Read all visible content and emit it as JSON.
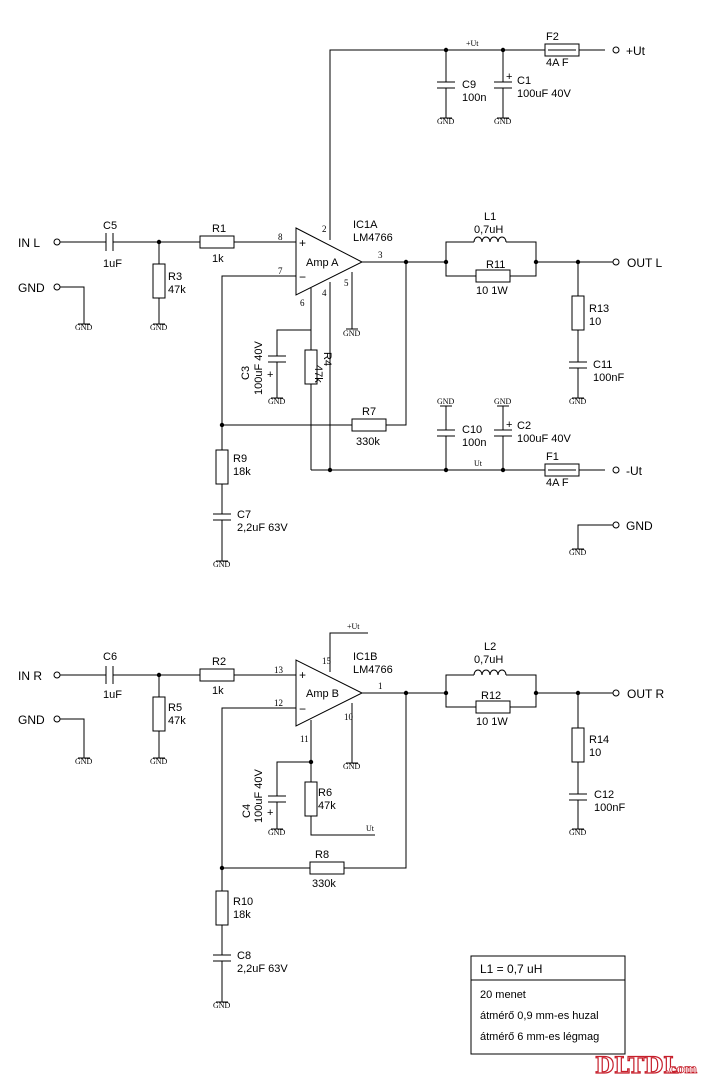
{
  "left": {
    "in_label": "IN L",
    "gnd_label": "GND",
    "c5": {
      "name": "C5",
      "value": "1uF"
    },
    "r1": {
      "name": "R1",
      "value": "1k"
    },
    "r3": {
      "name": "R3",
      "value": "47k"
    },
    "ic": {
      "name": "IC1A",
      "part": "LM4766",
      "amp": "Amp A"
    },
    "pins": {
      "p8": "8",
      "p7": "7",
      "p2": "2",
      "p3": "3",
      "p6": "6",
      "p4": "4",
      "p5": "5"
    },
    "c3": {
      "name": "C3",
      "value": "100uF 40V"
    },
    "r4": {
      "name": "R4",
      "value": "47k"
    },
    "r7": {
      "name": "R7",
      "value": "330k"
    },
    "r9": {
      "name": "R9",
      "value": "18k"
    },
    "c7": {
      "name": "C7",
      "value": "2,2uF 63V"
    },
    "l1": {
      "name": "L1",
      "value": "0,7uH"
    },
    "r11": {
      "name": "R11",
      "value": "10  1W"
    },
    "r13": {
      "name": "R13",
      "value": "10"
    },
    "c11": {
      "name": "C11",
      "value": "100nF"
    },
    "out_label": "OUT L",
    "c9": {
      "name": "C9",
      "value": "100n"
    },
    "c1": {
      "name": "C1",
      "value": "100uF 40V"
    },
    "f2": {
      "name": "F2",
      "value": "4A F"
    },
    "pos_supply": "+Ut",
    "pos_net": "+Ut",
    "c10": {
      "name": "C10",
      "value": "100n"
    },
    "c2": {
      "name": "C2",
      "value": "100uF 40V"
    },
    "f1": {
      "name": "F1",
      "value": "4A F"
    },
    "neg_supply": "-Ut",
    "neg_net": "Ut",
    "gnd_out_label": "GND"
  },
  "right": {
    "in_label": "IN R",
    "gnd_label": "GND",
    "c6": {
      "name": "C6",
      "value": "1uF"
    },
    "r2": {
      "name": "R2",
      "value": "1k"
    },
    "r5": {
      "name": "R5",
      "value": "47k"
    },
    "ic": {
      "name": "IC1B",
      "part": "LM4766",
      "amp": "Amp B"
    },
    "pins": {
      "p13": "13",
      "p12": "12",
      "p15": "15",
      "p1": "1",
      "p11": "11",
      "p10": "10"
    },
    "c4": {
      "name": "C4",
      "value": "100uF 40V"
    },
    "r6": {
      "name": "R6",
      "value": "47k"
    },
    "r8": {
      "name": "R8",
      "value": "330k"
    },
    "r10": {
      "name": "R10",
      "value": "18k"
    },
    "c8": {
      "name": "C8",
      "value": "2,2uF 63V"
    },
    "l2": {
      "name": "L2",
      "value": "0,7uH"
    },
    "r12": {
      "name": "R12",
      "value": "10  1W"
    },
    "r14": {
      "name": "R14",
      "value": "10"
    },
    "c12": {
      "name": "C12",
      "value": "100nF"
    },
    "out_label": "OUT R",
    "pos_net": "+Ut",
    "neg_net": "Ut"
  },
  "gnd_symbol_label": "GND",
  "plus_sign": "+",
  "minus_sign": "−",
  "note": {
    "title": "L1 = 0,7 uH",
    "line1": "20 menet",
    "line2": "átmérő 0,9 mm-es huzal",
    "line3": "átmérő 6 mm-es légmag"
  },
  "watermark": {
    "main": "DLTDL",
    "suffix": ".com"
  }
}
